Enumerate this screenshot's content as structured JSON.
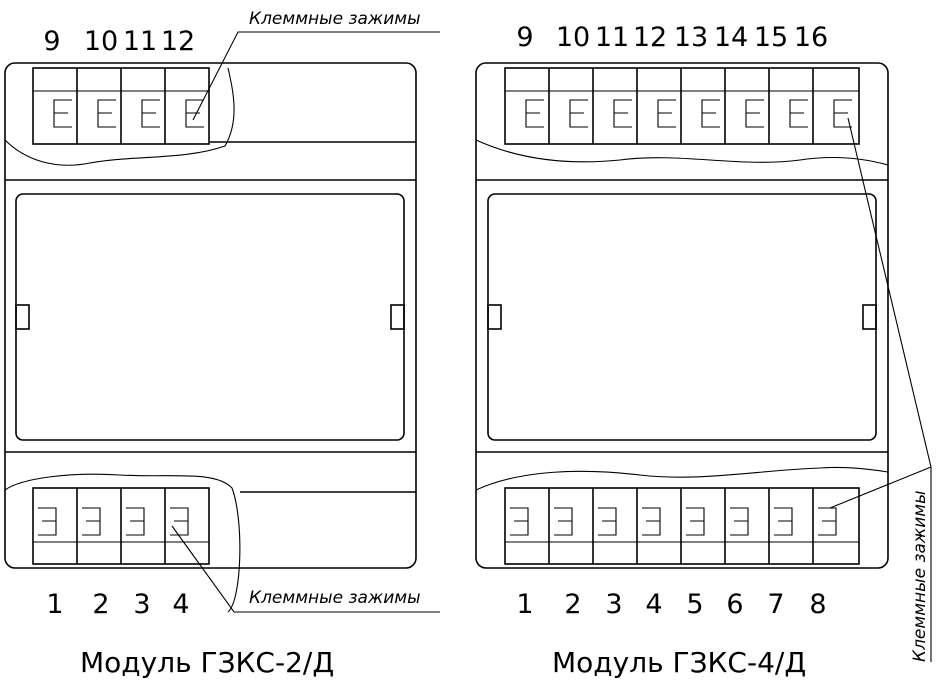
{
  "modules": [
    {
      "caption": "Модуль ГЗКС-2/Д",
      "top_terminals": [
        "9",
        "10",
        "11",
        "12"
      ],
      "bottom_terminals": [
        "1",
        "2",
        "3",
        "4"
      ],
      "top_label": "Клеммные зажимы",
      "bottom_label": "Клеммные зажимы"
    },
    {
      "caption": "Модуль ГЗКС-4/Д",
      "top_terminals": [
        "9",
        "10",
        "11",
        "12",
        "13",
        "14",
        "15",
        "16"
      ],
      "bottom_terminals": [
        "1",
        "2",
        "3",
        "4",
        "5",
        "6",
        "7",
        "8"
      ],
      "side_label": "Клеммные зажимы"
    }
  ]
}
